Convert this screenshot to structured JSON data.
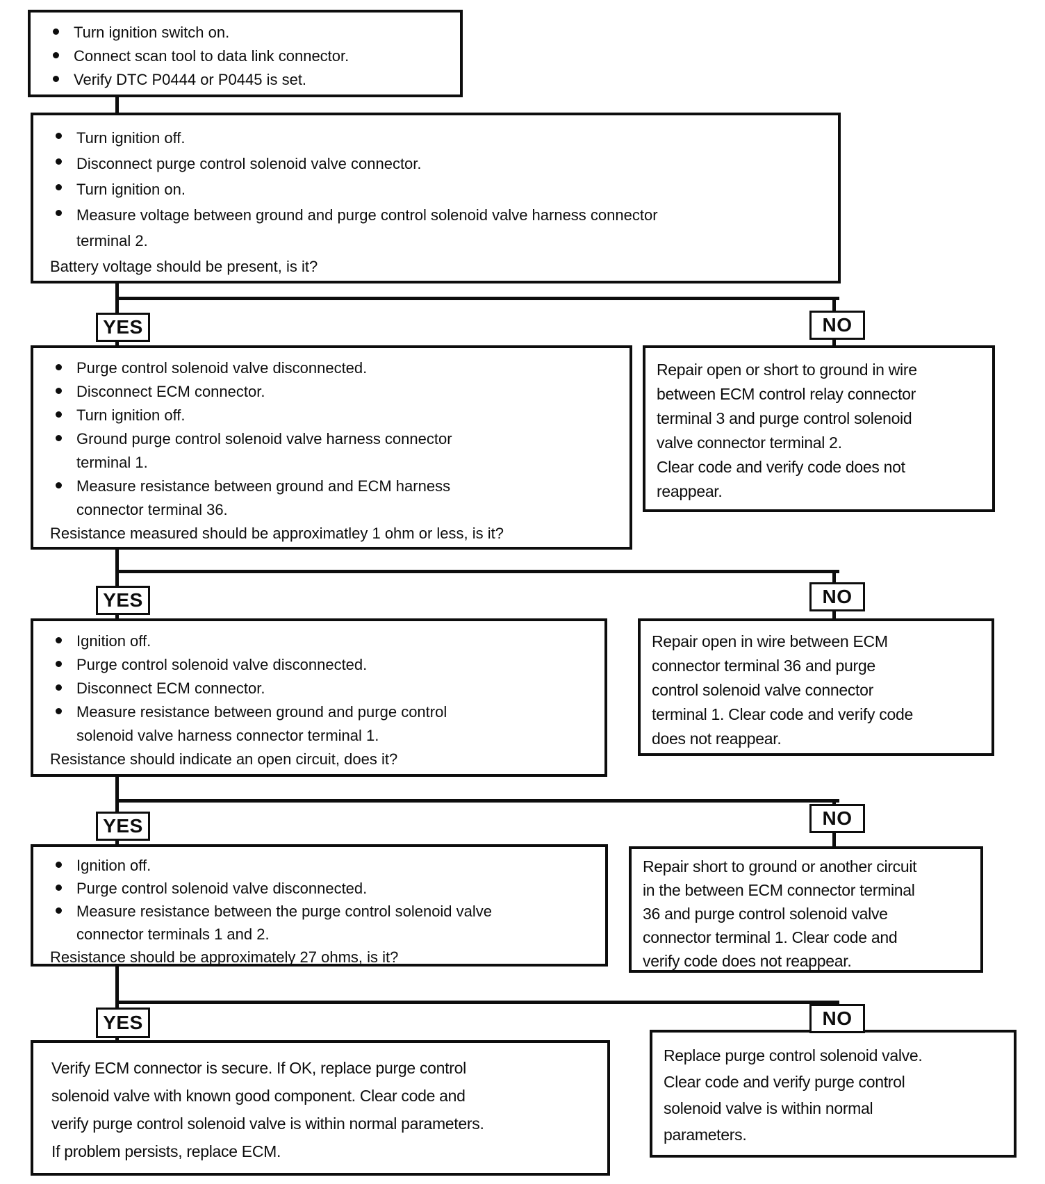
{
  "labels": {
    "yes": "YES",
    "no": "NO"
  },
  "steps": {
    "s1": {
      "bullets": [
        "Turn ignition switch on.",
        "Connect scan tool to data link connector.",
        "Verify DTC P0444 or P0445 is set."
      ]
    },
    "s2": {
      "bullets": [
        "Turn ignition off.",
        "Disconnect purge control solenoid valve connector.",
        "Turn ignition on.",
        "Measure voltage between ground and purge control solenoid valve harness connector\nterminal 2."
      ],
      "question": "Battery voltage should be present, is it?"
    },
    "s3": {
      "bullets": [
        "Purge control solenoid valve disconnected.",
        "Disconnect ECM connector.",
        "Turn ignition off.",
        "Ground purge control solenoid valve harness connector\nterminal 1.",
        "Measure resistance between ground and ECM harness\nconnector terminal 36."
      ],
      "question": "Resistance measured should be approximatley 1 ohm or less, is it?"
    },
    "s4": {
      "bullets": [
        "Ignition off.",
        "Purge control solenoid valve disconnected.",
        "Disconnect ECM connector.",
        "Measure resistance between ground and purge control\nsolenoid valve harness connector terminal 1."
      ],
      "question": "Resistance should indicate an open circuit, does it?"
    },
    "s5": {
      "bullets": [
        "Ignition off.",
        "Purge control solenoid valve disconnected.",
        "Measure resistance between the purge control solenoid valve\nconnector terminals 1 and 2."
      ],
      "question": "Resistance should be approximately 27 ohms, is it?"
    }
  },
  "results": {
    "no1": "Repair open or short to ground in wire\nbetween ECM control relay connector\nterminal 3 and purge control solenoid\nvalve connector terminal 2.\nClear code and verify code does not\nreappear.",
    "no2": "Repair open in wire between ECM\nconnector terminal 36 and purge\ncontrol solenoid valve connector\nterminal 1. Clear code and verify code\ndoes not reappear.",
    "no3": "Repair short to ground or another circuit\nin the between ECM connector terminal\n36 and purge control solenoid valve\nconnector terminal 1. Clear code and\nverify code does not reappear.",
    "final_yes": "Verify ECM connector is secure. If OK, replace purge control\nsolenoid valve with known good component. Clear code and\nverify purge control solenoid valve is within normal parameters.\nIf problem persists, replace ECM.",
    "final_no": "Replace purge control solenoid valve.\nClear code and verify purge control\nsolenoid valve is within normal\nparameters."
  }
}
